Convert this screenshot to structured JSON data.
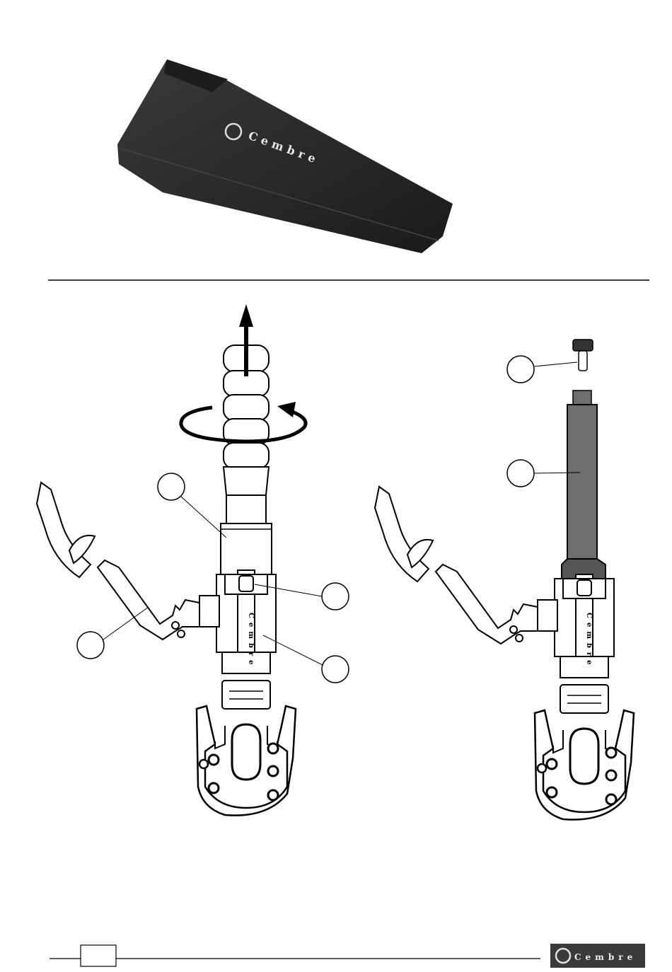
{
  "pouch": {
    "brand_label": "Cembre"
  },
  "figure_left": {
    "callouts": [
      "",
      "",
      "",
      ""
    ],
    "tool_marking": "Cembre"
  },
  "figure_right": {
    "callouts": [
      "",
      ""
    ],
    "tool_marking": "Cembre"
  },
  "footer": {
    "page_number": "",
    "logo_label": "Cembre"
  },
  "colors": {
    "pouch": "#2a2a2a",
    "extension_rod": "#6e6e6e",
    "outline": "#000000",
    "logo_bg": "#3a3a3a"
  }
}
